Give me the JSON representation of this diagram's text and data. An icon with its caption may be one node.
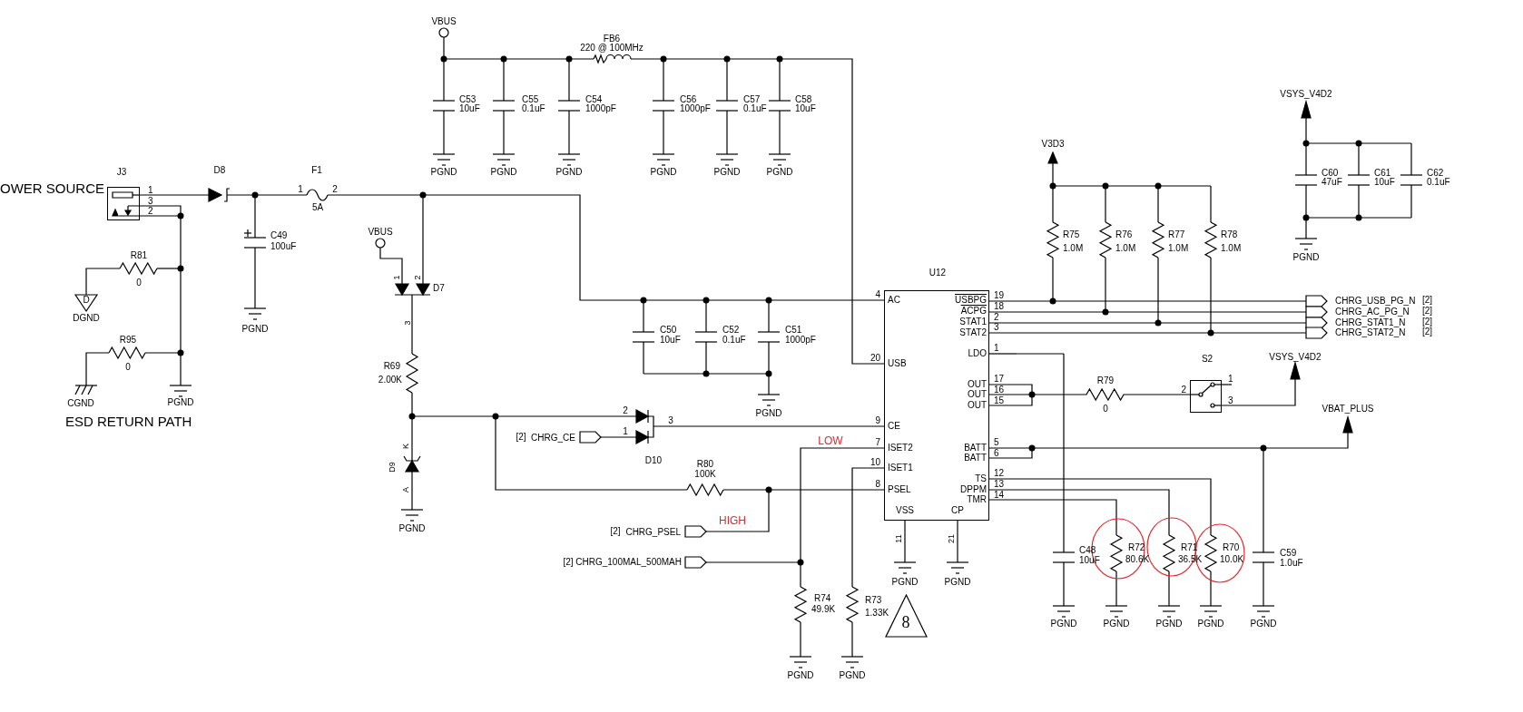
{
  "diagram": {
    "nodes": [
      {
        "text": [
          "J3"
        ],
        "beside": [
          "1",
          "3",
          "2"
        ]
      },
      {
        "text": [
          "U12",
          "AC",
          "USB",
          "CE",
          "ISET2",
          "ISET1",
          "PSEL",
          "VSS",
          "CP",
          "USBPG",
          "ACPG",
          "STAT1",
          "STAT2",
          "LDO",
          "OUT",
          "OUT",
          "OUT",
          "BATT",
          "BATT",
          "TS",
          "DPPM",
          "TMR"
        ],
        "beside": [
          "4",
          "20",
          "9",
          "7",
          "10",
          "8",
          "19",
          "18",
          "2",
          "3",
          "1",
          "17",
          "16",
          "15",
          "5",
          "6",
          "12",
          "13",
          "14",
          "11",
          "21"
        ]
      },
      {
        "text": [
          "S2"
        ],
        "beside": [
          "1",
          "2",
          "3"
        ]
      },
      {
        "text": [
          "8"
        ]
      }
    ],
    "edges": [
      {
        "from": 1,
        "to": 2,
        "arrow": "none"
      }
    ],
    "labels": [
      "VBUS",
      "FB6",
      "220 @ 100MHz",
      "C53",
      "10uF",
      "C55",
      "0.1uF",
      "C54",
      "1000pF",
      "C56",
      "1000pF",
      "C57",
      "0.1uF",
      "C58",
      "10uF",
      "PGND",
      "PGND",
      "PGND",
      "PGND",
      "PGND",
      "PGND",
      "VSYS_V4D2",
      "V3D3",
      "C60",
      "47uF",
      "C61",
      "10uF",
      "C62",
      "0.1uF",
      "PGND",
      "OWER SOURCE",
      "D8",
      "F1",
      "1",
      "2",
      "5A",
      "R75",
      "1.0M",
      "R76",
      "1.0M",
      "R77",
      "1.0M",
      "R78",
      "1.0M",
      "C49",
      "100uF",
      "VBUS",
      "1",
      "2",
      "D7",
      "R81",
      "0",
      "D",
      "DGND",
      "PGND",
      "3",
      "R69",
      "2.00K",
      "R95",
      "0",
      "CGND",
      "PGND",
      "ESD RETURN PATH",
      "C50",
      "10uF",
      "C52",
      "0.1uF",
      "C51",
      "1000pF",
      "PGND",
      "CHRG_USB_PG_N",
      "[2]",
      "CHRG_AC_PG_N",
      "[2]",
      "CHRG_STAT1_N",
      "[2]",
      "CHRG_STAT2_N",
      "[2]",
      "VSYS_V4D2",
      "R79",
      "0",
      "VBAT_PLUS",
      "K",
      "D9",
      "A",
      "PGND",
      "2",
      "1",
      "3",
      "[2]",
      "CHRG_CE",
      "D10",
      "R80",
      "100K",
      "LOW",
      "HIGH",
      "[2]",
      "CHRG_PSEL",
      "[2]",
      "CHRG_100MAL_500MAH",
      "PGND",
      "PGND",
      "R74",
      "49.9K",
      "R73",
      "1.33K",
      "C48",
      "10uF",
      "R72",
      "80.6K",
      "R71",
      "36.5K",
      "R70",
      "10.0K",
      "C59",
      "1.0uF",
      "PGND",
      "PGND",
      "PGND",
      "PGND",
      "PGND",
      "PGND",
      "PGND"
    ]
  }
}
